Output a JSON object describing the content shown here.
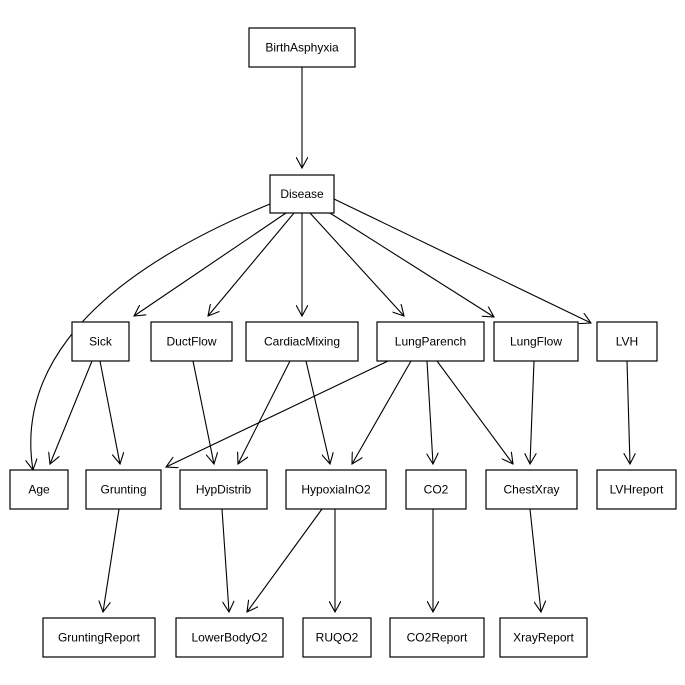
{
  "diagram": {
    "type": "directed-graph",
    "nodes": [
      {
        "id": "BirthAsphyxia",
        "label": "BirthAsphyxia"
      },
      {
        "id": "Disease",
        "label": "Disease"
      },
      {
        "id": "Sick",
        "label": "Sick"
      },
      {
        "id": "DuctFlow",
        "label": "DuctFlow"
      },
      {
        "id": "CardiacMixing",
        "label": "CardiacMixing"
      },
      {
        "id": "LungParench",
        "label": "LungParench"
      },
      {
        "id": "LungFlow",
        "label": "LungFlow"
      },
      {
        "id": "LVH",
        "label": "LVH"
      },
      {
        "id": "Age",
        "label": "Age"
      },
      {
        "id": "Grunting",
        "label": "Grunting"
      },
      {
        "id": "HypDistrib",
        "label": "HypDistrib"
      },
      {
        "id": "HypoxiaInO2",
        "label": "HypoxiaInO2"
      },
      {
        "id": "CO2",
        "label": "CO2"
      },
      {
        "id": "ChestXray",
        "label": "ChestXray"
      },
      {
        "id": "LVHreport",
        "label": "LVHreport"
      },
      {
        "id": "GruntingReport",
        "label": "GruntingReport"
      },
      {
        "id": "LowerBodyO2",
        "label": "LowerBodyO2"
      },
      {
        "id": "RUQO2",
        "label": "RUQO2"
      },
      {
        "id": "CO2Report",
        "label": "CO2Report"
      },
      {
        "id": "XrayReport",
        "label": "XrayReport"
      }
    ],
    "edges": [
      {
        "from": "BirthAsphyxia",
        "to": "Disease"
      },
      {
        "from": "Disease",
        "to": "Age"
      },
      {
        "from": "Disease",
        "to": "Sick"
      },
      {
        "from": "Disease",
        "to": "DuctFlow"
      },
      {
        "from": "Disease",
        "to": "CardiacMixing"
      },
      {
        "from": "Disease",
        "to": "LungParench"
      },
      {
        "from": "Disease",
        "to": "LungFlow"
      },
      {
        "from": "Disease",
        "to": "LVH"
      },
      {
        "from": "Sick",
        "to": "Age"
      },
      {
        "from": "Sick",
        "to": "Grunting"
      },
      {
        "from": "DuctFlow",
        "to": "HypDistrib"
      },
      {
        "from": "CardiacMixing",
        "to": "HypDistrib"
      },
      {
        "from": "CardiacMixing",
        "to": "HypoxiaInO2"
      },
      {
        "from": "LungParench",
        "to": "Grunting"
      },
      {
        "from": "LungParench",
        "to": "HypoxiaInO2"
      },
      {
        "from": "LungParench",
        "to": "CO2"
      },
      {
        "from": "LungParench",
        "to": "ChestXray"
      },
      {
        "from": "LungFlow",
        "to": "ChestXray"
      },
      {
        "from": "LVH",
        "to": "LVHreport"
      },
      {
        "from": "Grunting",
        "to": "GruntingReport"
      },
      {
        "from": "HypDistrib",
        "to": "LowerBodyO2"
      },
      {
        "from": "HypoxiaInO2",
        "to": "LowerBodyO2"
      },
      {
        "from": "HypoxiaInO2",
        "to": "RUQO2"
      },
      {
        "from": "CO2",
        "to": "CO2Report"
      },
      {
        "from": "ChestXray",
        "to": "XrayReport"
      }
    ]
  }
}
